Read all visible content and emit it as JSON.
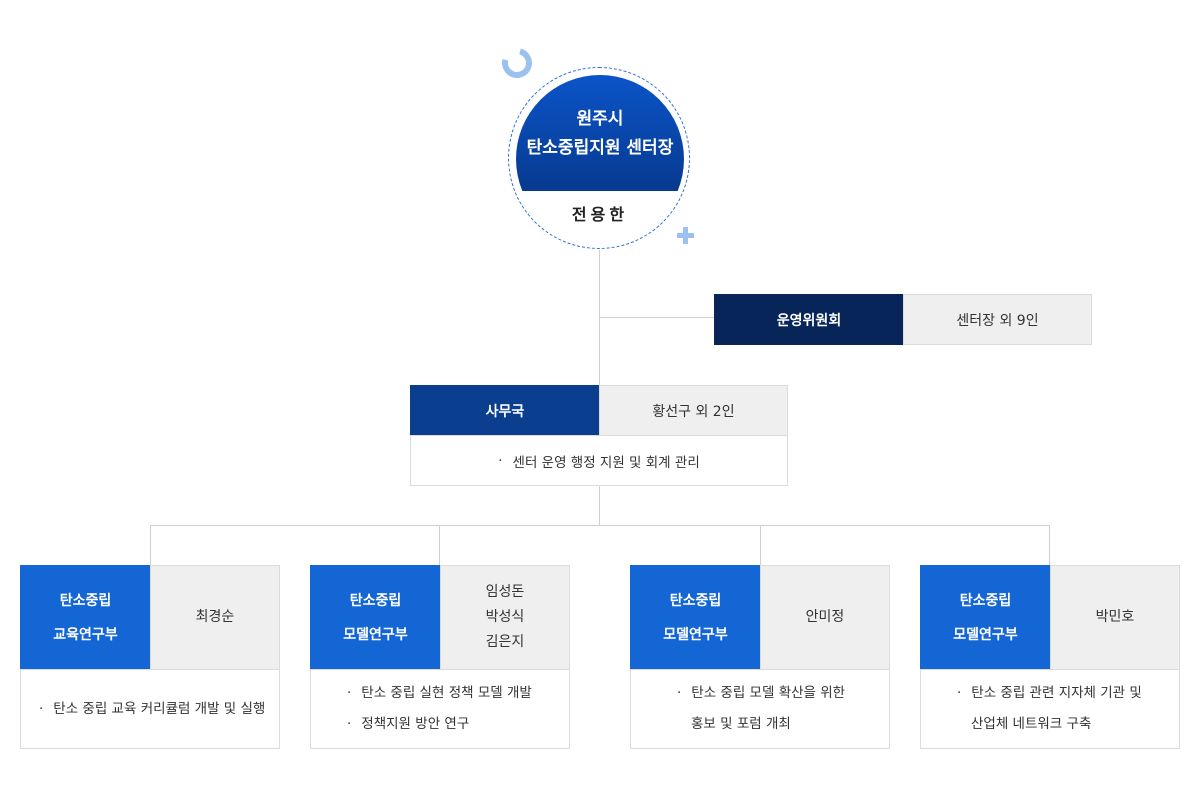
{
  "director": {
    "title_line1": "원주시",
    "title_line2": "탄소중립지원 센터장",
    "name": "전용한"
  },
  "committee": {
    "label": "운영위원회",
    "members": "센터장 외 9인"
  },
  "secretariat": {
    "label": "사무국",
    "members": "황선구 외 2인",
    "duty": "센터 운영 행정 지원 및 회계 관리"
  },
  "departments": [
    {
      "label_line1": "탄소중립",
      "label_line2": "교육연구부",
      "members": [
        "최경순"
      ],
      "duties": [
        "탄소 중립 교육 커리큘럼 개발 및 실행"
      ]
    },
    {
      "label_line1": "탄소중립",
      "label_line2": "모델연구부",
      "members": [
        "임성돈",
        "박성식",
        "김은지"
      ],
      "duties": [
        "탄소 중립 실현 정책 모델 개발",
        "정책지원 방안 연구"
      ]
    },
    {
      "label_line1": "탄소중립",
      "label_line2": "모델연구부",
      "members": [
        "안미정"
      ],
      "duties": [
        "탄소 중립 모델 확산을 위한",
        "홍보 및 포럼 개최"
      ]
    },
    {
      "label_line1": "탄소중립",
      "label_line2": "모델연구부",
      "members": [
        "박민호"
      ],
      "duties": [
        "탄소 중립 관련 지자체 기관 및",
        "산업체 네트워크 구축"
      ]
    }
  ],
  "bullet_symbol": "·",
  "colors": {
    "committee": "#072559",
    "secretariat": "#0a3e8f",
    "department": "#1466d4",
    "circle_gradient_top": "#0b54c9",
    "circle_gradient_bottom": "#073a8f",
    "decoration": "#9cc1f0"
  }
}
